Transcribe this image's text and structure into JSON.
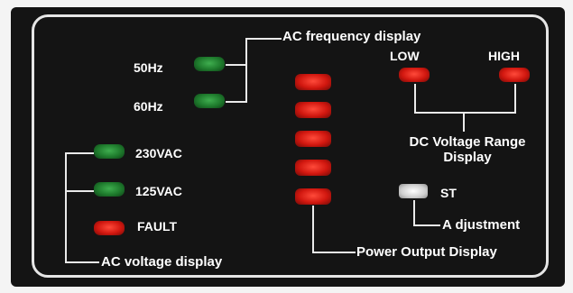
{
  "title": {
    "freq": "AC frequency display",
    "dc": "DC Voltage Range\nDisplay",
    "acv": "AC voltage display",
    "power": "Power Output Display",
    "adj": "A djustment"
  },
  "labels": {
    "hz50": "50Hz",
    "hz60": "60Hz",
    "v230": "230VAC",
    "v125": "125VAC",
    "fault": "FAULT",
    "low": "LOW",
    "high": "HIGH",
    "st": "ST"
  },
  "colors": {
    "green_led": "#2e9a3f",
    "red_led": "#e0201a",
    "panel": "#141414",
    "line": "#eaeaea"
  },
  "power_bars": 5
}
